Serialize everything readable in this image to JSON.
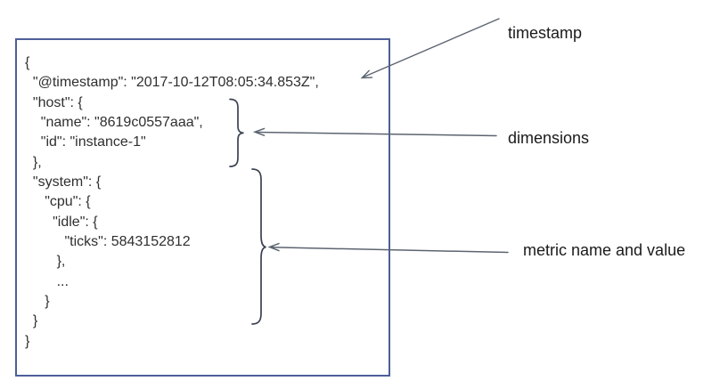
{
  "code_block": {
    "lines": [
      "{",
      "  \"@timestamp\": \"2017-10-12T08:05:34.853Z\",",
      "  \"host\": {",
      "    \"name\": \"8619c0557aaa\",",
      "    \"id\": \"instance-1\"",
      "  },",
      "  \"system\": {",
      "     \"cpu\": {",
      "       \"idle\": {",
      "          \"ticks\": 5843152812",
      "        },",
      "        ...",
      "     }",
      "  }",
      "}"
    ]
  },
  "annotations": {
    "timestamp_label": "timestamp",
    "dimensions_label": "dimensions",
    "metric_label": "metric name and value"
  },
  "colors": {
    "box_border": "#4d5e99",
    "code_text": "#2f2f2f",
    "label_text": "#1a1a1a",
    "brace": "#3a4150",
    "arrow": "#5c6470"
  }
}
